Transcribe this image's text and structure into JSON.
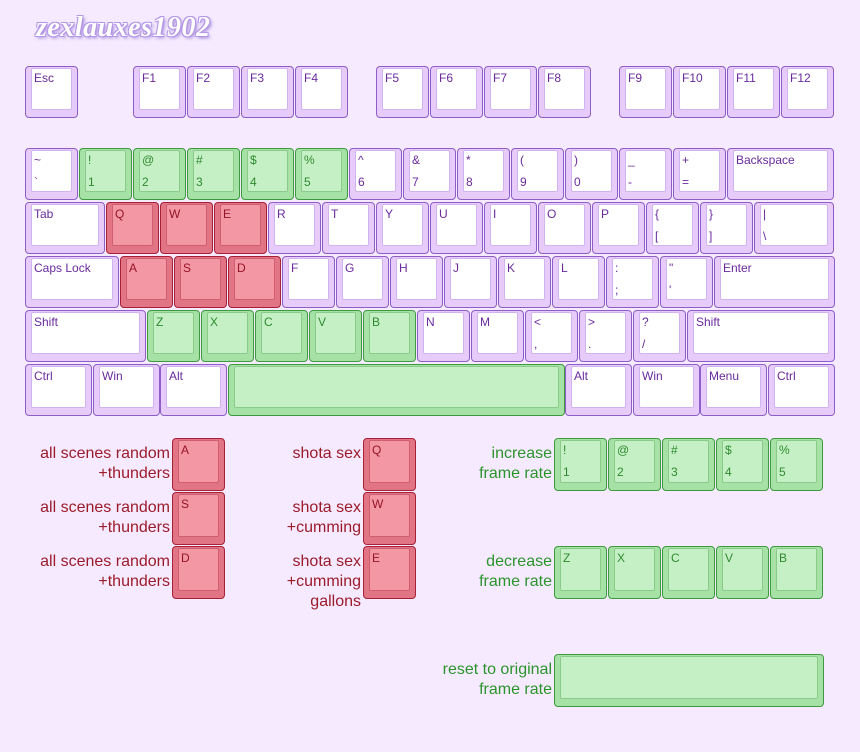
{
  "title": "zexlauxes1902",
  "colors": {
    "background": "#f5eaff",
    "key_default": "#e6cbfb",
    "key_green": "#a6e2a6",
    "key_red": "#e27585",
    "text_green": "#2c942c",
    "text_red": "#9c1b2b",
    "text_default": "#6a2a9c"
  },
  "keyboard": {
    "rows": [
      [
        {
          "top": "Esc",
          "bottom": "",
          "w": 1,
          "gap": 0
        },
        {
          "top": "F1",
          "bottom": "",
          "w": 1,
          "gap": 1
        },
        {
          "top": "F2",
          "bottom": "",
          "w": 1,
          "gap": 0
        },
        {
          "top": "F3",
          "bottom": "",
          "w": 1,
          "gap": 0
        },
        {
          "top": "F4",
          "bottom": "",
          "w": 1,
          "gap": 0
        },
        {
          "top": "F5",
          "bottom": "",
          "w": 1,
          "gap": 0.5
        },
        {
          "top": "F6",
          "bottom": "",
          "w": 1,
          "gap": 0
        },
        {
          "top": "F7",
          "bottom": "",
          "w": 1,
          "gap": 0
        },
        {
          "top": "F8",
          "bottom": "",
          "w": 1,
          "gap": 0
        },
        {
          "top": "F9",
          "bottom": "",
          "w": 1,
          "gap": 0.5
        },
        {
          "top": "F10",
          "bottom": "",
          "w": 1,
          "gap": 0
        },
        {
          "top": "F11",
          "bottom": "",
          "w": 1,
          "gap": 0
        },
        {
          "top": "F12",
          "bottom": "",
          "w": 1,
          "gap": 0
        }
      ],
      [
        {
          "top": "~",
          "bottom": "`",
          "w": 1,
          "gap": 0
        },
        {
          "top": "!",
          "bottom": "1",
          "w": 1,
          "gap": 0,
          "hl": "green"
        },
        {
          "top": "@",
          "bottom": "2",
          "w": 1,
          "gap": 0,
          "hl": "green"
        },
        {
          "top": "#",
          "bottom": "3",
          "w": 1,
          "gap": 0,
          "hl": "green"
        },
        {
          "top": "$",
          "bottom": "4",
          "w": 1,
          "gap": 0,
          "hl": "green"
        },
        {
          "top": "%",
          "bottom": "5",
          "w": 1,
          "gap": 0,
          "hl": "green"
        },
        {
          "top": "^",
          "bottom": "6",
          "w": 1,
          "gap": 0
        },
        {
          "top": "&",
          "bottom": "7",
          "w": 1,
          "gap": 0
        },
        {
          "top": "*",
          "bottom": "8",
          "w": 1,
          "gap": 0
        },
        {
          "top": "(",
          "bottom": "9",
          "w": 1,
          "gap": 0
        },
        {
          "top": ")",
          "bottom": "0",
          "w": 1,
          "gap": 0
        },
        {
          "top": "_",
          "bottom": "-",
          "w": 1,
          "gap": 0
        },
        {
          "top": "+",
          "bottom": "=",
          "w": 1,
          "gap": 0
        },
        {
          "top": "Backspace",
          "bottom": "",
          "w": 2,
          "gap": 0
        }
      ],
      [
        {
          "top": "Tab",
          "bottom": "",
          "w": 1.5,
          "gap": 0
        },
        {
          "top": "Q",
          "bottom": "",
          "w": 1,
          "gap": 0,
          "hl": "red"
        },
        {
          "top": "W",
          "bottom": "",
          "w": 1,
          "gap": 0,
          "hl": "red"
        },
        {
          "top": "E",
          "bottom": "",
          "w": 1,
          "gap": 0,
          "hl": "red"
        },
        {
          "top": "R",
          "bottom": "",
          "w": 1,
          "gap": 0
        },
        {
          "top": "T",
          "bottom": "",
          "w": 1,
          "gap": 0
        },
        {
          "top": "Y",
          "bottom": "",
          "w": 1,
          "gap": 0
        },
        {
          "top": "U",
          "bottom": "",
          "w": 1,
          "gap": 0
        },
        {
          "top": "I",
          "bottom": "",
          "w": 1,
          "gap": 0
        },
        {
          "top": "O",
          "bottom": "",
          "w": 1,
          "gap": 0
        },
        {
          "top": "P",
          "bottom": "",
          "w": 1,
          "gap": 0
        },
        {
          "top": "{",
          "bottom": "[",
          "w": 1,
          "gap": 0
        },
        {
          "top": "}",
          "bottom": "]",
          "w": 1,
          "gap": 0
        },
        {
          "top": "|",
          "bottom": "\\",
          "w": 1.5,
          "gap": 0
        }
      ],
      [
        {
          "top": "Caps Lock",
          "bottom": "",
          "w": 1.75,
          "gap": 0
        },
        {
          "top": "A",
          "bottom": "",
          "w": 1,
          "gap": 0,
          "hl": "red"
        },
        {
          "top": "S",
          "bottom": "",
          "w": 1,
          "gap": 0,
          "hl": "red"
        },
        {
          "top": "D",
          "bottom": "",
          "w": 1,
          "gap": 0,
          "hl": "red"
        },
        {
          "top": "F",
          "bottom": "",
          "w": 1,
          "gap": 0
        },
        {
          "top": "G",
          "bottom": "",
          "w": 1,
          "gap": 0
        },
        {
          "top": "H",
          "bottom": "",
          "w": 1,
          "gap": 0
        },
        {
          "top": "J",
          "bottom": "",
          "w": 1,
          "gap": 0
        },
        {
          "top": "K",
          "bottom": "",
          "w": 1,
          "gap": 0
        },
        {
          "top": "L",
          "bottom": "",
          "w": 1,
          "gap": 0
        },
        {
          "top": ":",
          "bottom": ";",
          "w": 1,
          "gap": 0
        },
        {
          "top": "\"",
          "bottom": "'",
          "w": 1,
          "gap": 0
        },
        {
          "top": "Enter",
          "bottom": "",
          "w": 2.25,
          "gap": 0
        }
      ],
      [
        {
          "top": "Shift",
          "bottom": "",
          "w": 2.25,
          "gap": 0
        },
        {
          "top": "Z",
          "bottom": "",
          "w": 1,
          "gap": 0,
          "hl": "green"
        },
        {
          "top": "X",
          "bottom": "",
          "w": 1,
          "gap": 0,
          "hl": "green"
        },
        {
          "top": "C",
          "bottom": "",
          "w": 1,
          "gap": 0,
          "hl": "green"
        },
        {
          "top": "V",
          "bottom": "",
          "w": 1,
          "gap": 0,
          "hl": "green"
        },
        {
          "top": "B",
          "bottom": "",
          "w": 1,
          "gap": 0,
          "hl": "green"
        },
        {
          "top": "N",
          "bottom": "",
          "w": 1,
          "gap": 0
        },
        {
          "top": "M",
          "bottom": "",
          "w": 1,
          "gap": 0
        },
        {
          "top": "<",
          "bottom": ",",
          "w": 1,
          "gap": 0
        },
        {
          "top": ">",
          "bottom": ".",
          "w": 1,
          "gap": 0
        },
        {
          "top": "?",
          "bottom": "/",
          "w": 1,
          "gap": 0
        },
        {
          "top": "Shift",
          "bottom": "",
          "w": 2.75,
          "gap": 0
        }
      ],
      [
        {
          "top": "Ctrl",
          "bottom": "",
          "w": 1.25,
          "gap": 0
        },
        {
          "top": "Win",
          "bottom": "",
          "w": 1.25,
          "gap": 0
        },
        {
          "top": "Alt",
          "bottom": "",
          "w": 1.25,
          "gap": 0
        },
        {
          "top": "",
          "bottom": "",
          "w": 6.25,
          "gap": 0,
          "hl": "green"
        },
        {
          "top": "Alt",
          "bottom": "",
          "w": 1.25,
          "gap": 0
        },
        {
          "top": "Win",
          "bottom": "",
          "w": 1.25,
          "gap": 0
        },
        {
          "top": "Menu",
          "bottom": "",
          "w": 1.25,
          "gap": 0
        },
        {
          "top": "Ctrl",
          "bottom": "",
          "w": 1.25,
          "gap": 0
        }
      ]
    ]
  },
  "legend": {
    "red_keys": [
      {
        "top": "A",
        "col": 0,
        "row": 0
      },
      {
        "top": "S",
        "col": 0,
        "row": 1
      },
      {
        "top": "D",
        "col": 0,
        "row": 2
      },
      {
        "top": "Q",
        "col": 1,
        "row": 0
      },
      {
        "top": "W",
        "col": 1,
        "row": 1
      },
      {
        "top": "E",
        "col": 1,
        "row": 2
      }
    ],
    "green_rows": [
      {
        "row": 0,
        "keys": [
          {
            "top": "!",
            "bottom": "1"
          },
          {
            "top": "@",
            "bottom": "2"
          },
          {
            "top": "#",
            "bottom": "3"
          },
          {
            "top": "$",
            "bottom": "4"
          },
          {
            "top": "%",
            "bottom": "5"
          }
        ]
      },
      {
        "row": 2,
        "keys": [
          {
            "top": "Z",
            "bottom": ""
          },
          {
            "top": "X",
            "bottom": ""
          },
          {
            "top": "C",
            "bottom": ""
          },
          {
            "top": "V",
            "bottom": ""
          },
          {
            "top": "B",
            "bottom": ""
          }
        ]
      }
    ],
    "descriptions": {
      "col0": [
        [
          "all scenes random",
          "+thunders"
        ],
        [
          "all scenes random",
          "+thunders"
        ],
        [
          "all scenes random",
          "+thunders"
        ]
      ],
      "col1": [
        [
          "shota sex"
        ],
        [
          "shota sex",
          "+cumming"
        ],
        [
          "shota sex",
          "+cumming",
          "gallons"
        ]
      ],
      "col2": [
        [
          "increase",
          "frame rate"
        ],
        [
          "decrease",
          "frame rate"
        ],
        [
          "reset to original",
          "frame rate"
        ]
      ]
    }
  }
}
